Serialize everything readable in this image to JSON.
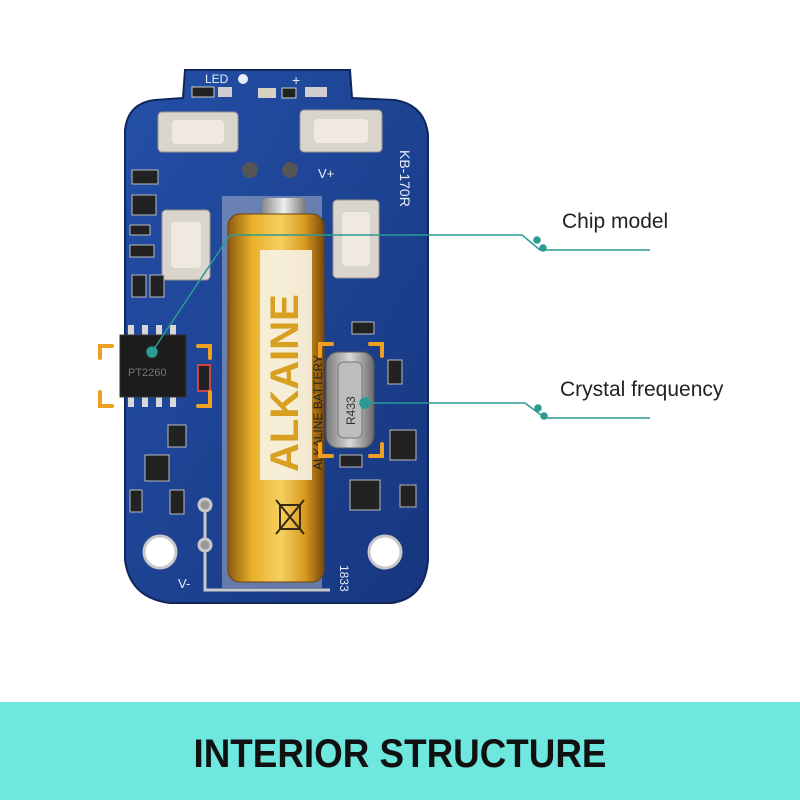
{
  "board": {
    "silkscreen_led": "LED",
    "silkscreen_plus": "+",
    "silkscreen_vplus": "V+",
    "silkscreen_vminus": "V-",
    "silkscreen_model": "KB-170R",
    "silkscreen_code": "1833",
    "chip_marking": "PT2260",
    "crystal_marking": "R433",
    "battery_brand": "ALKAINE",
    "battery_sub": "ALKALINE BATTERY"
  },
  "callouts": {
    "chip": "Chip model",
    "crystal": "Crystal frequency"
  },
  "banner": {
    "title": "INTERIOR STRUCTURE"
  },
  "colors": {
    "pcb": "#1d3f8f",
    "callout_line": "#2a9a93",
    "bracket": "#f0a020",
    "banner": "#6ee8df",
    "battery_gold": "#e0a420"
  }
}
